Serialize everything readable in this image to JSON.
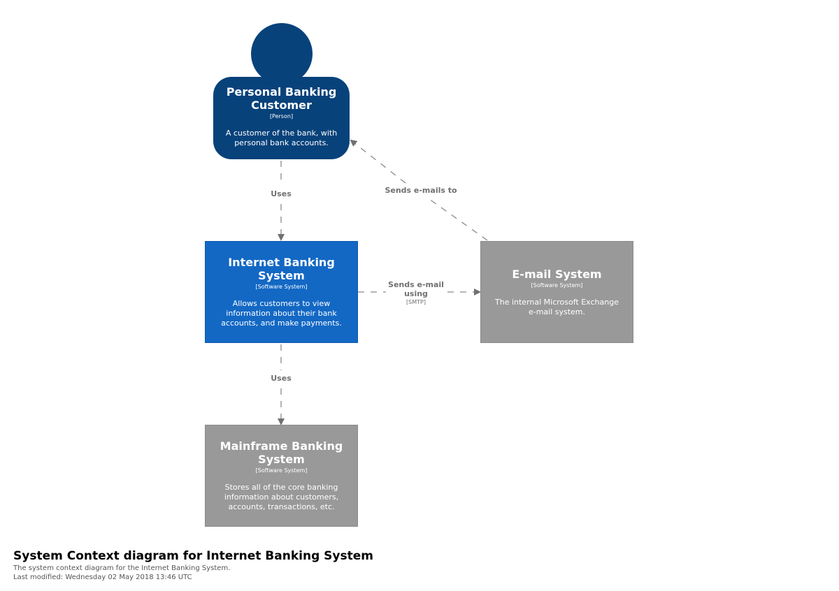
{
  "colors": {
    "person": "#08427b",
    "internal_system": "#1368c4",
    "external_system": "#999999",
    "connector": "#707070"
  },
  "elements": {
    "customer": {
      "name": "Personal Banking Customer",
      "type": "[Person]",
      "description": "A customer of the bank, with personal bank accounts."
    },
    "internet_banking": {
      "name": "Internet Banking System",
      "type": "[Software System]",
      "description": "Allows customers to view information about their bank accounts, and make payments."
    },
    "email": {
      "name": "E-mail System",
      "type": "[Software System]",
      "description": "The internal Microsoft Exchange e-mail system."
    },
    "mainframe": {
      "name": "Mainframe Banking System",
      "type": "[Software System]",
      "description": "Stores all of the core banking information about customers, accounts, transactions, etc."
    }
  },
  "relationships": {
    "customer_uses_ibs": {
      "label": "Uses"
    },
    "email_sends_customer": {
      "label": "Sends e-mails to"
    },
    "ibs_sends_email": {
      "label": "Sends e-mail using",
      "technology": "[SMTP]"
    },
    "ibs_uses_mainframe": {
      "label": "Uses"
    }
  },
  "footer": {
    "title": "System Context diagram for Internet Banking System",
    "description": "The system context diagram for the Internet Banking System.",
    "last_modified": "Last modified: Wednesday 02 May 2018 13:46 UTC"
  }
}
